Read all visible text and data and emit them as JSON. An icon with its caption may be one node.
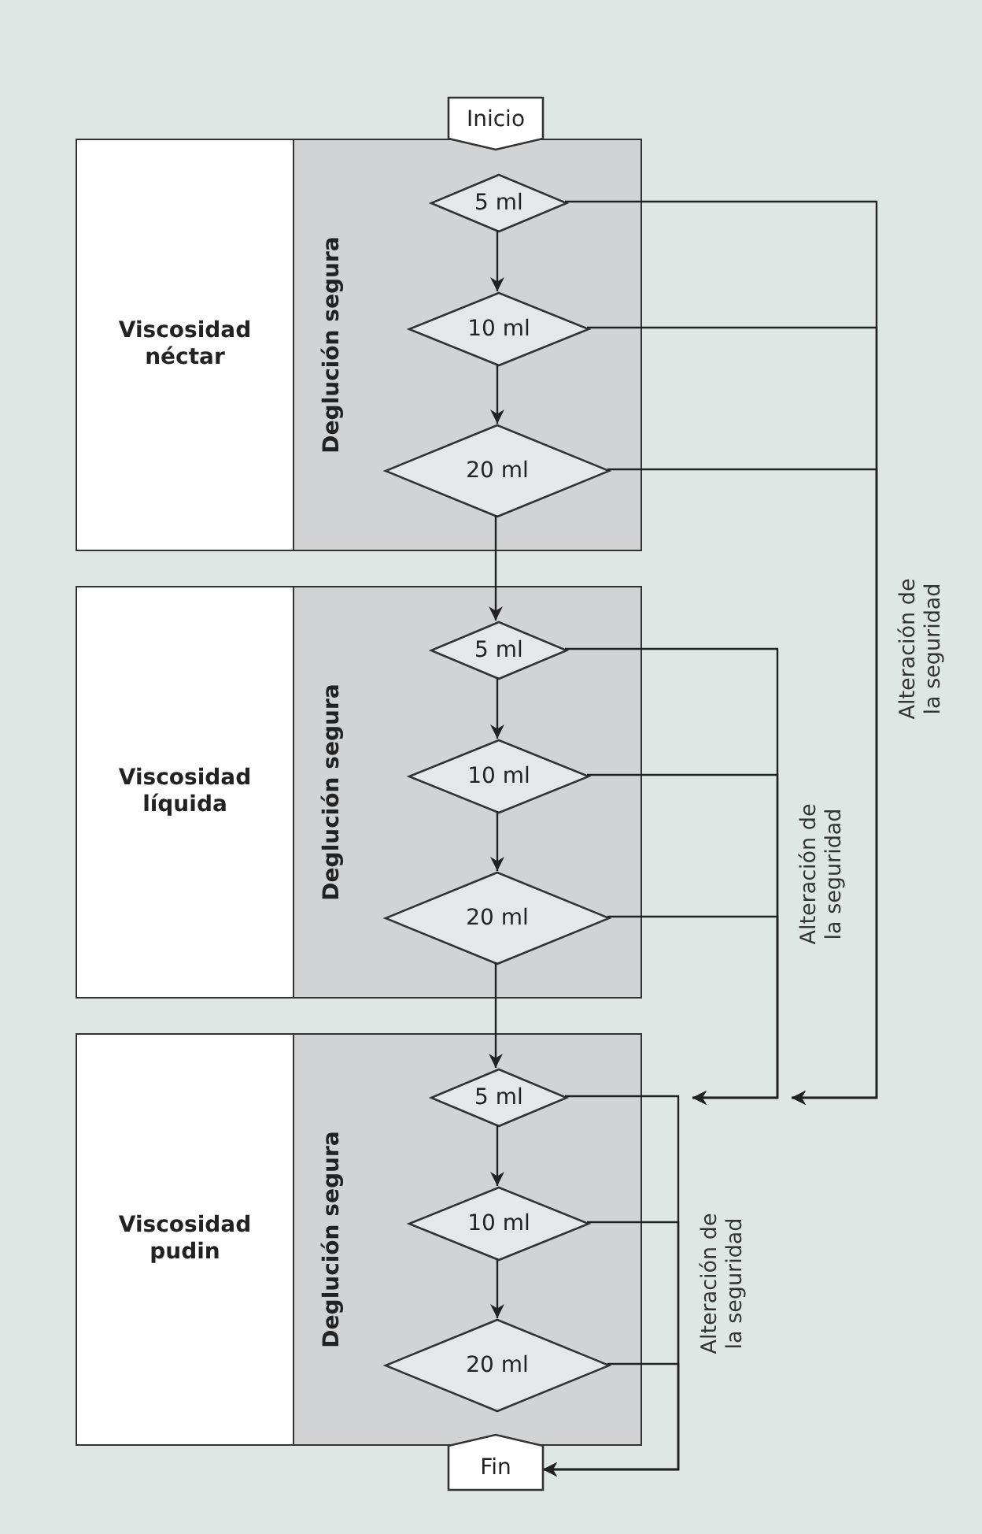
{
  "diagram": {
    "nodes": [
      {
        "text": [
          "Inicio"
        ]
      },
      {
        "text": [
          "Viscosidad néctar"
        ]
      },
      {
        "text": [
          "Deglución segura"
        ]
      },
      {
        "text": [
          "5 ml"
        ],
        "in": 2
      },
      {
        "text": [
          "10 ml"
        ],
        "in": 2
      },
      {
        "text": [
          "20 ml"
        ],
        "in": 2
      },
      {
        "text": [
          "Viscosidad líquida"
        ]
      },
      {
        "text": [
          "Deglución segura"
        ]
      },
      {
        "text": [
          "5 ml"
        ],
        "in": 7
      },
      {
        "text": [
          "10 ml"
        ],
        "in": 7
      },
      {
        "text": [
          "20 ml"
        ],
        "in": 7
      },
      {
        "text": [
          "Viscosidad pudin"
        ]
      },
      {
        "text": [
          "Deglución segura"
        ]
      },
      {
        "text": [
          "5 ml"
        ],
        "in": 12
      },
      {
        "text": [
          "10 ml"
        ],
        "in": 12
      },
      {
        "text": [
          "20 ml"
        ],
        "in": 12
      },
      {
        "text": [
          "Fin"
        ]
      }
    ],
    "edges": [
      {
        "from": 3,
        "to": 4,
        "arrow": "to"
      },
      {
        "from": 4,
        "to": 5,
        "arrow": "to"
      },
      {
        "from": 5,
        "to": 8,
        "arrow": "to"
      },
      {
        "from": 8,
        "to": 9,
        "arrow": "to"
      },
      {
        "from": 9,
        "to": 10,
        "arrow": "to"
      },
      {
        "from": 10,
        "to": 13,
        "arrow": "to"
      },
      {
        "from": 13,
        "to": 14,
        "arrow": "to"
      },
      {
        "from": 14,
        "to": 15,
        "arrow": "to"
      },
      {
        "from": 3,
        "to": null,
        "arrow": "to",
        "label": "Alteración de la seguridad"
      },
      {
        "from": 4,
        "to": null,
        "arrow": "to"
      },
      {
        "from": 5,
        "to": null,
        "arrow": "to"
      },
      {
        "from": 8,
        "to": null,
        "arrow": "to",
        "label": "Alteración de la seguridad"
      },
      {
        "from": 9,
        "to": null,
        "arrow": "to"
      },
      {
        "from": 10,
        "to": null,
        "arrow": "to"
      },
      {
        "from": 13,
        "to": 16,
        "arrow": "to",
        "label": "Alteración de la seguridad"
      },
      {
        "from": 14,
        "to": 16,
        "arrow": "to"
      },
      {
        "from": 15,
        "to": 16,
        "arrow": "to"
      }
    ]
  }
}
